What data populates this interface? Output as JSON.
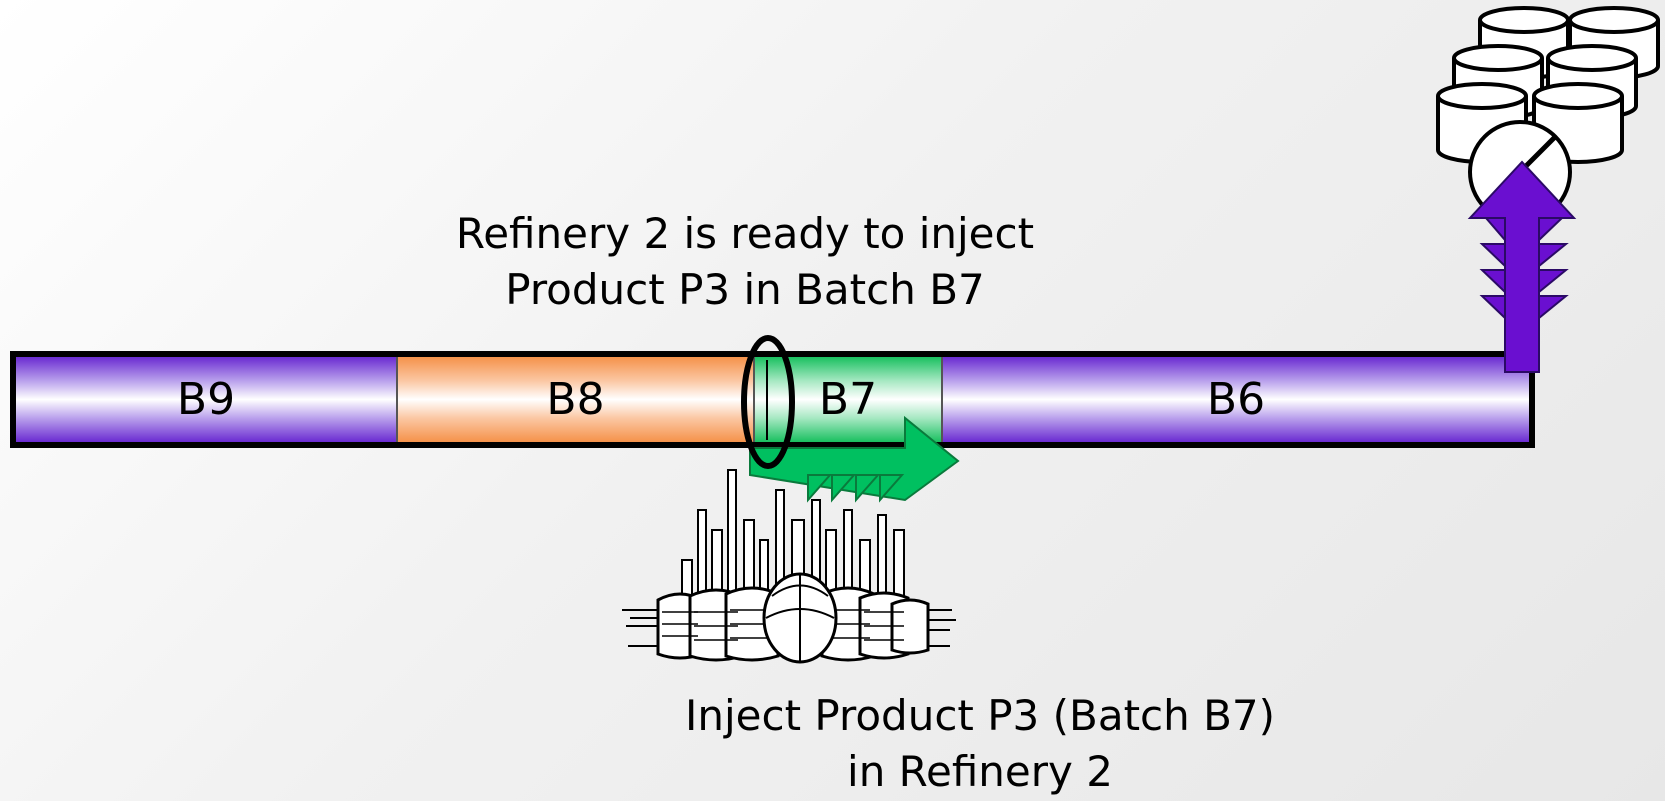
{
  "captions": {
    "top": [
      "Refinery 2 is ready to inject",
      "Product P3 in Batch B7"
    ],
    "bottom": [
      "Inject Product P3 (Batch B7)",
      "in Refinery 2"
    ]
  },
  "batches": [
    {
      "label": "B9",
      "color": "purple"
    },
    {
      "label": "B8",
      "color": "orange"
    },
    {
      "label": "B7",
      "color": "green"
    },
    {
      "label": "B6",
      "color": "purple"
    }
  ],
  "colors": {
    "purple": "#6a2bd1",
    "orange": "#f5924a",
    "green": "#19c060",
    "arrow_purple": "#6a0fd0",
    "arrow_green": "#00c060"
  },
  "icons": {
    "refinery": "refinery-illustration",
    "storage": "storage-tanks-icon",
    "injection_arrow": "right-arrow-icon",
    "delivery_arrow": "up-arrow-icon"
  }
}
